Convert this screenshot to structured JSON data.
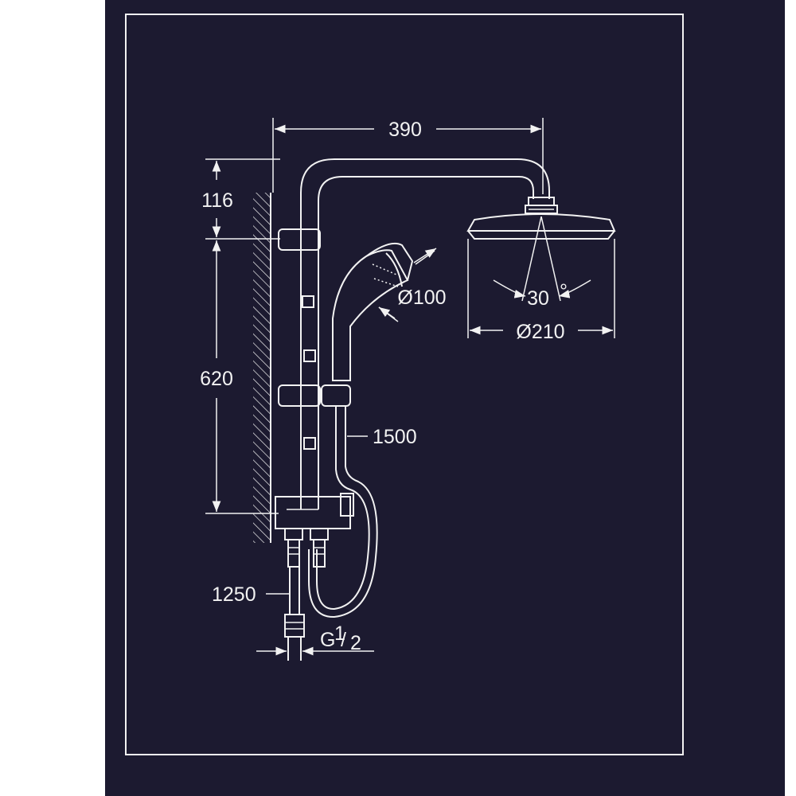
{
  "drawing": {
    "dimensions": {
      "arm_length": "390",
      "top_offset": "116",
      "rail_length": "620",
      "hand_shower_diameter": "Ø100",
      "hose_length": "1500",
      "head_angle": "30",
      "head_angle_unit": "°",
      "head_diameter": "Ø210",
      "supply_hose_length": "1250",
      "thread_prefix": "G",
      "thread_num": "1",
      "thread_den": "2"
    }
  },
  "colors": {
    "background": "#1c1a30",
    "line": "#f2f2f2",
    "margin": "#ffffff"
  }
}
